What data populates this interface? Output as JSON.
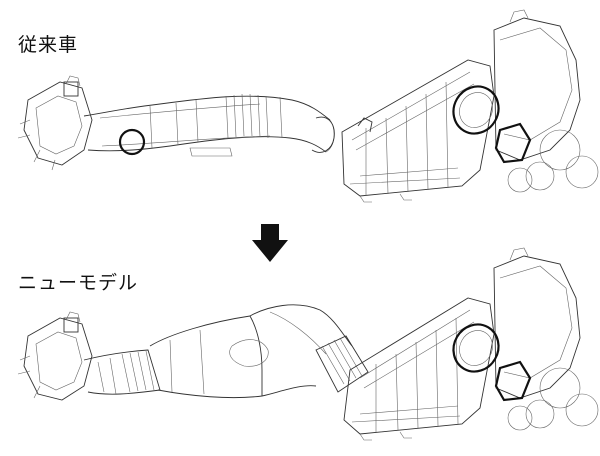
{
  "labels": {
    "old_model": "従来車",
    "new_model": "ニューモデル"
  },
  "arrow": {
    "direction": "down",
    "color": "#111111"
  },
  "colors": {
    "line": "#333333",
    "background": "#ffffff"
  }
}
